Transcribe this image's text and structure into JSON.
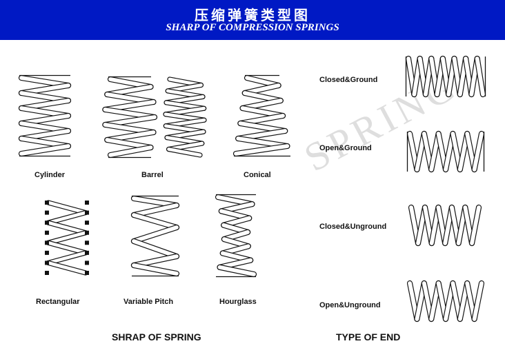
{
  "header": {
    "title_cn": "压缩弹簧类型图",
    "title_en": "SHARP OF COMPRESSION SPRINGS"
  },
  "watermark": "SPRING",
  "shapes_section": {
    "title": "SHRAP OF SPRING",
    "items": [
      {
        "label": "Cylinder"
      },
      {
        "label": "Barrel"
      },
      {
        "label": "Conical"
      },
      {
        "label": "Rectangular"
      },
      {
        "label": "Variable Pitch"
      },
      {
        "label": "Hourglass"
      }
    ]
  },
  "ends_section": {
    "title": "TYPE OF END",
    "items": [
      {
        "label": "Closed&Ground"
      },
      {
        "label": "Open&Ground"
      },
      {
        "label": "Closed&Unground"
      },
      {
        "label": "Open&Unground"
      }
    ]
  },
  "colors": {
    "banner": "#0019c4",
    "ink": "#111111",
    "watermark": "#d8d8d8"
  }
}
